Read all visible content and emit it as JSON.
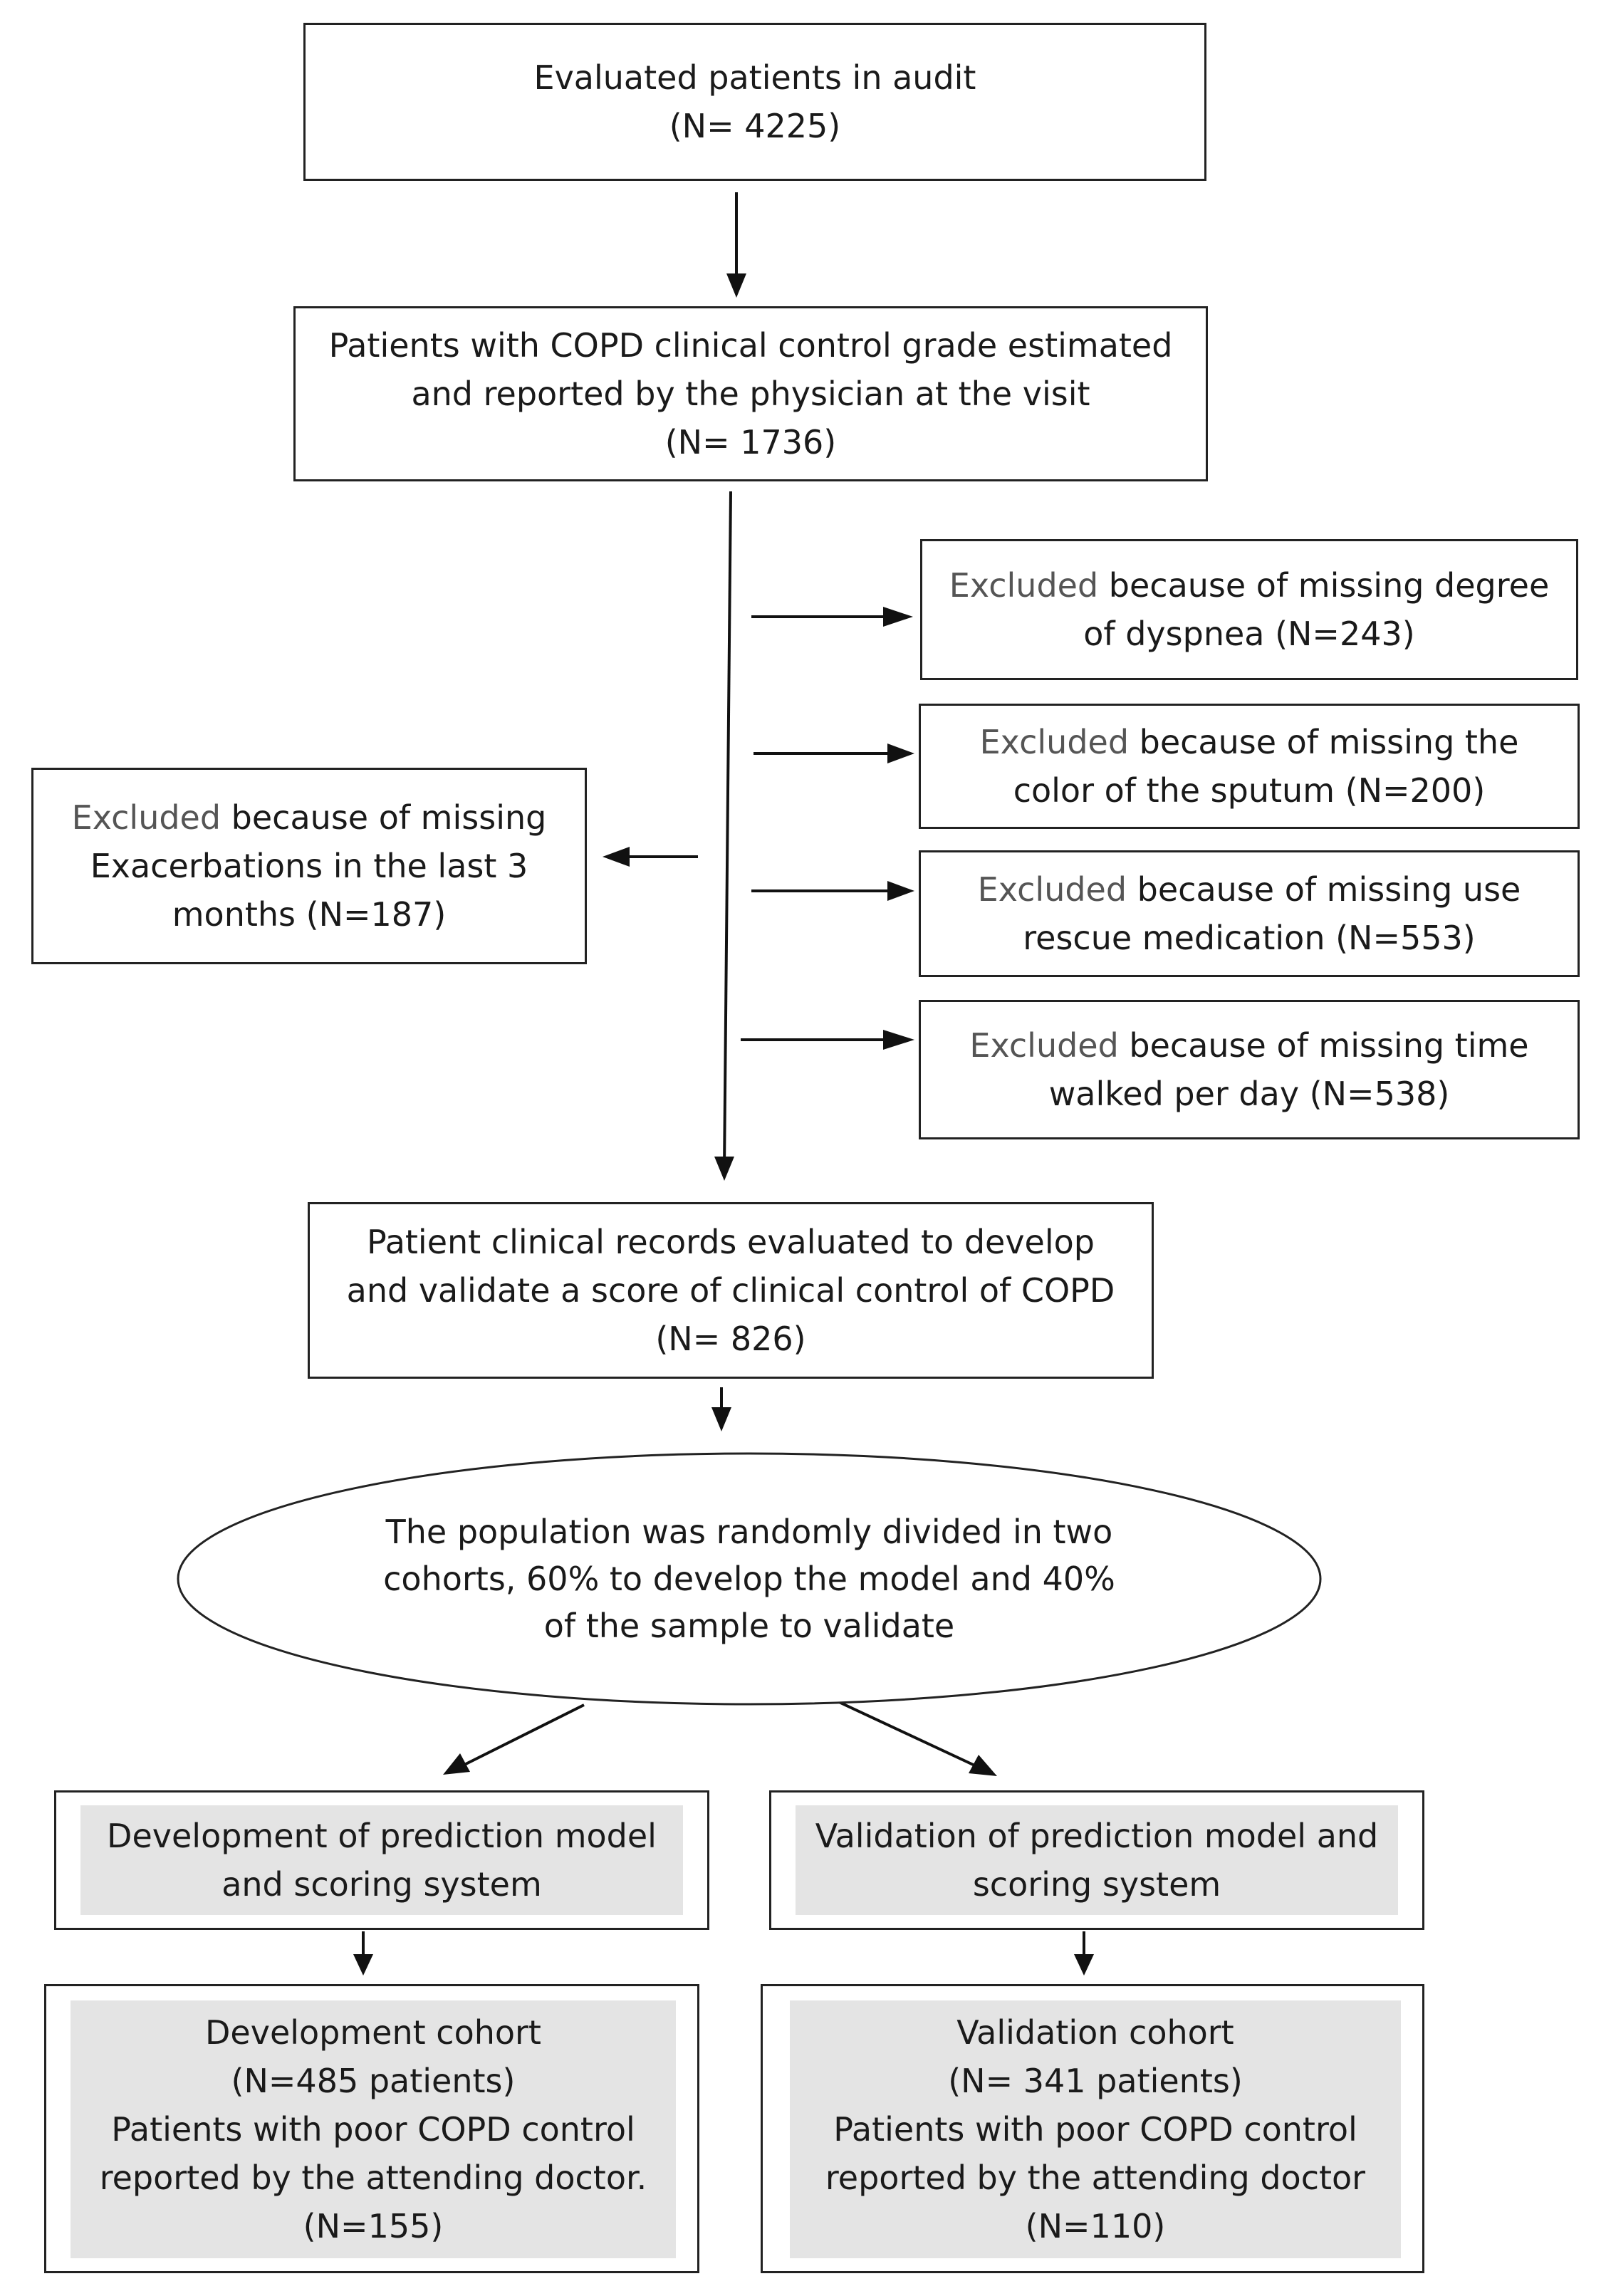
{
  "boxes": {
    "audit": {
      "line1": "Evaluated patients in audit",
      "line2": "(N= 4225)"
    },
    "control_grade": {
      "line1": "Patients with COPD clinical control grade estimated",
      "line2": "and reported by the physician at the visit",
      "line3": "(N= 1736)"
    },
    "excl_dyspnea": {
      "prefix": "Excluded",
      "line1_rest": " because of missing degree",
      "line2": "of dyspnea (N=243)"
    },
    "excl_sputum": {
      "prefix": "Excluded",
      "line1_rest": " because of missing the",
      "line2": "color of the sputum (N=200)"
    },
    "excl_exacerbations": {
      "prefix": "Excluded",
      "line1_rest": " because of missing",
      "line2": "Exacerbations in the last 3",
      "line3": "months (N=187)"
    },
    "excl_rescue": {
      "prefix": "Excluded",
      "line1_rest": " because of missing use",
      "line2": "rescue medication (N=553)"
    },
    "excl_walked": {
      "prefix": "Excluded",
      "line1_rest": " because of missing time",
      "line2": "walked per day (N=538)"
    },
    "records": {
      "line1": "Patient clinical records evaluated to develop",
      "line2": "and validate a score of clinical control of COPD",
      "line3": "(N= 826)"
    },
    "division": {
      "line1": "The population was randomly divided in two",
      "line2": "cohorts, 60% to develop the model and 40%",
      "line3": "of the sample to validate"
    },
    "development": {
      "line1": "Development of prediction model",
      "line2": "and scoring system"
    },
    "validation": {
      "line1": "Validation of prediction model and",
      "line2": "scoring system"
    },
    "dev_cohort": {
      "line1": "Development cohort",
      "line2": "(N=485 patients)",
      "line3": "Patients with poor COPD control",
      "line4": "reported by the attending doctor.",
      "line5": "(N=155)"
    },
    "val_cohort": {
      "line1": "Validation cohort",
      "line2": "(N= 341 patients)",
      "line3": "Patients with poor COPD control",
      "line4": "reported by the attending doctor",
      "line5": "(N=110)"
    }
  }
}
